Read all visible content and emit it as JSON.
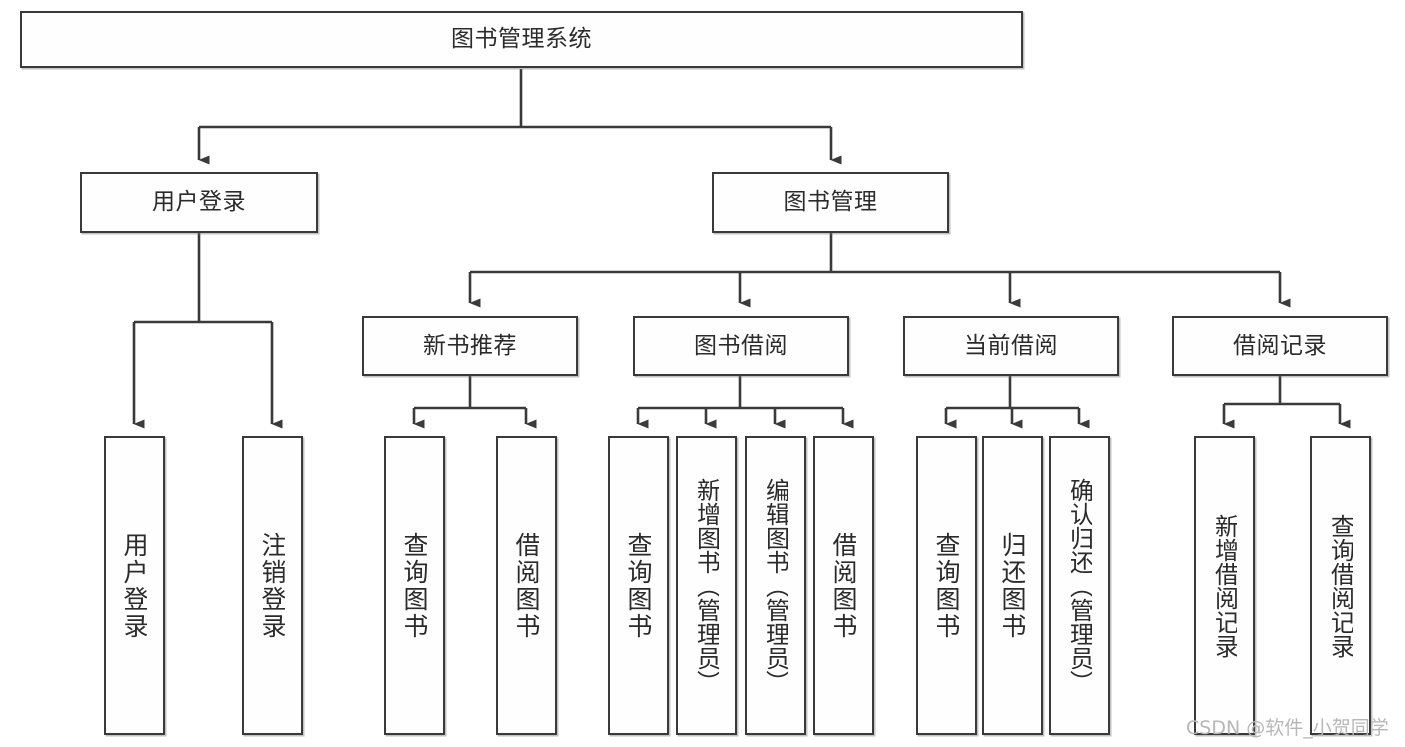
{
  "diagram": {
    "title": "图书管理系统",
    "watermark": "CSDN @软件_小贺同学",
    "root": {
      "id": "root",
      "label": "图书管理系统"
    },
    "level1": [
      {
        "id": "user-login",
        "label": "用户登录"
      },
      {
        "id": "book-manage",
        "label": "图书管理"
      }
    ],
    "level2": [
      {
        "id": "new-book-recommend",
        "label": "新书推荐"
      },
      {
        "id": "book-borrow",
        "label": "图书借阅"
      },
      {
        "id": "current-borrow",
        "label": "当前借阅"
      },
      {
        "id": "borrow-record",
        "label": "借阅记录"
      }
    ],
    "leaves": {
      "user_login": [
        {
          "id": "leaf-user-login",
          "label": "用户登录"
        },
        {
          "id": "leaf-logout-login",
          "label": "注销登录"
        }
      ],
      "new_book_recommend": [
        {
          "id": "leaf-query-book-1",
          "label": "查询图书"
        },
        {
          "id": "leaf-borrow-book-1",
          "label": "借阅图书"
        }
      ],
      "book_borrow": [
        {
          "id": "leaf-query-book-2",
          "label": "查询图书"
        },
        {
          "id": "leaf-add-book",
          "label": "新增图书（管理员）"
        },
        {
          "id": "leaf-edit-book",
          "label": "编辑图书（管理员）"
        },
        {
          "id": "leaf-borrow-book-2",
          "label": "借阅图书"
        }
      ],
      "current_borrow": [
        {
          "id": "leaf-query-book-3",
          "label": "查询图书"
        },
        {
          "id": "leaf-return-book",
          "label": "归还图书"
        },
        {
          "id": "leaf-confirm-return",
          "label": "确认归还（管理员）"
        }
      ],
      "borrow_record": [
        {
          "id": "leaf-add-record",
          "label": "新增借阅记录"
        },
        {
          "id": "leaf-query-record",
          "label": "查询借阅记录"
        }
      ]
    },
    "colors": {
      "border": "#3a3a3a",
      "text": "#2b2b2b",
      "background": "#ffffff",
      "watermark": "#b7b7b7"
    }
  }
}
